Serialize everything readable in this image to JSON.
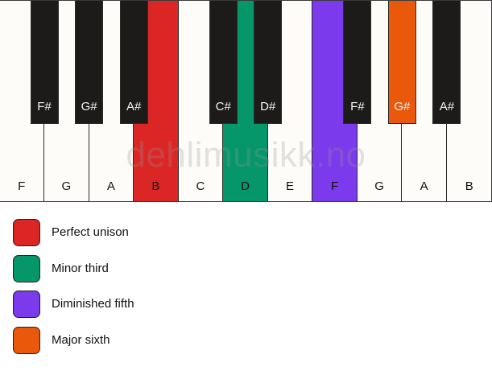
{
  "watermark": "dehlimusikk.no",
  "colors": {
    "perfect_unison": "#dc2626",
    "minor_third": "#059669",
    "diminished_fifth": "#7c3aed",
    "major_sixth": "#ea580c",
    "white_key": "#fdfcf9",
    "black_key": "#1c1b19"
  },
  "keyboard": {
    "white_keys": [
      {
        "label": "F",
        "highlight": null
      },
      {
        "label": "G",
        "highlight": null
      },
      {
        "label": "A",
        "highlight": null
      },
      {
        "label": "B",
        "highlight": "#dc2626"
      },
      {
        "label": "C",
        "highlight": null
      },
      {
        "label": "D",
        "highlight": "#059669"
      },
      {
        "label": "E",
        "highlight": null
      },
      {
        "label": "F",
        "highlight": "#7c3aed"
      },
      {
        "label": "G",
        "highlight": null
      },
      {
        "label": "A",
        "highlight": null
      },
      {
        "label": "B",
        "highlight": null
      }
    ],
    "black_keys": [
      {
        "label": "F#",
        "after_white_index": 0,
        "highlight": null
      },
      {
        "label": "G#",
        "after_white_index": 1,
        "highlight": null
      },
      {
        "label": "A#",
        "after_white_index": 2,
        "highlight": null
      },
      {
        "label": "C#",
        "after_white_index": 4,
        "highlight": null
      },
      {
        "label": "D#",
        "after_white_index": 5,
        "highlight": null
      },
      {
        "label": "F#",
        "after_white_index": 7,
        "highlight": null
      },
      {
        "label": "G#",
        "after_white_index": 8,
        "highlight": "#ea580c"
      },
      {
        "label": "A#",
        "after_white_index": 9,
        "highlight": null
      }
    ]
  },
  "legend": [
    {
      "label": "Perfect unison",
      "color": "#dc2626"
    },
    {
      "label": "Minor third",
      "color": "#059669"
    },
    {
      "label": "Diminished fifth",
      "color": "#7c3aed"
    },
    {
      "label": "Major sixth",
      "color": "#ea580c"
    }
  ]
}
